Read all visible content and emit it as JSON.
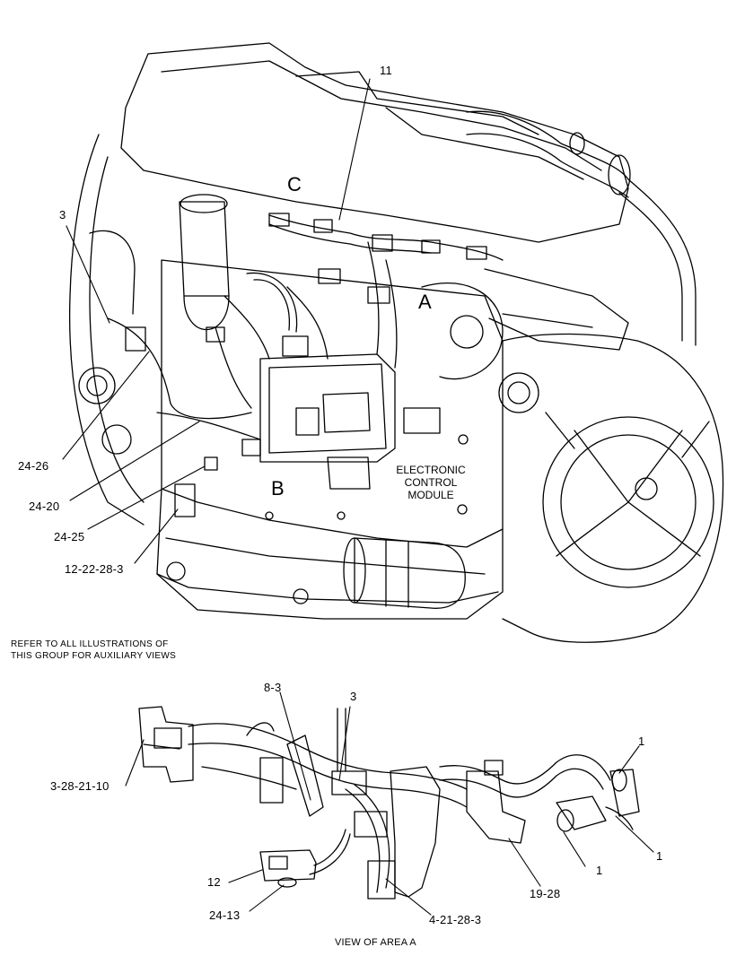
{
  "main_view": {
    "callouts": {
      "c11": "11",
      "c3": "3",
      "c24_26": "24-26",
      "c24_20": "24-20",
      "c24_25": "24-25",
      "c12_22_28_3": "12-22-28-3"
    },
    "area_letters": {
      "a": "A",
      "b": "B",
      "c": "C"
    },
    "ecm_label": [
      "ELECTRONIC",
      "CONTROL",
      "MODULE"
    ],
    "note_lines": [
      "REFER TO ALL ILLUSTRATIONS OF",
      "THIS GROUP FOR AUXILIARY VIEWS"
    ]
  },
  "detail_view": {
    "callouts": {
      "c8_3": "8-3",
      "c3": "3",
      "c1_top": "1",
      "c3_28_21_10": "3-28-21-10",
      "c1_right": "1",
      "c1_bottom": "1",
      "c12": "12",
      "c19_28": "19-28",
      "c24_13": "24-13",
      "c4_21_28_3": "4-21-28-3"
    },
    "caption": "VIEW OF AREA  A"
  }
}
